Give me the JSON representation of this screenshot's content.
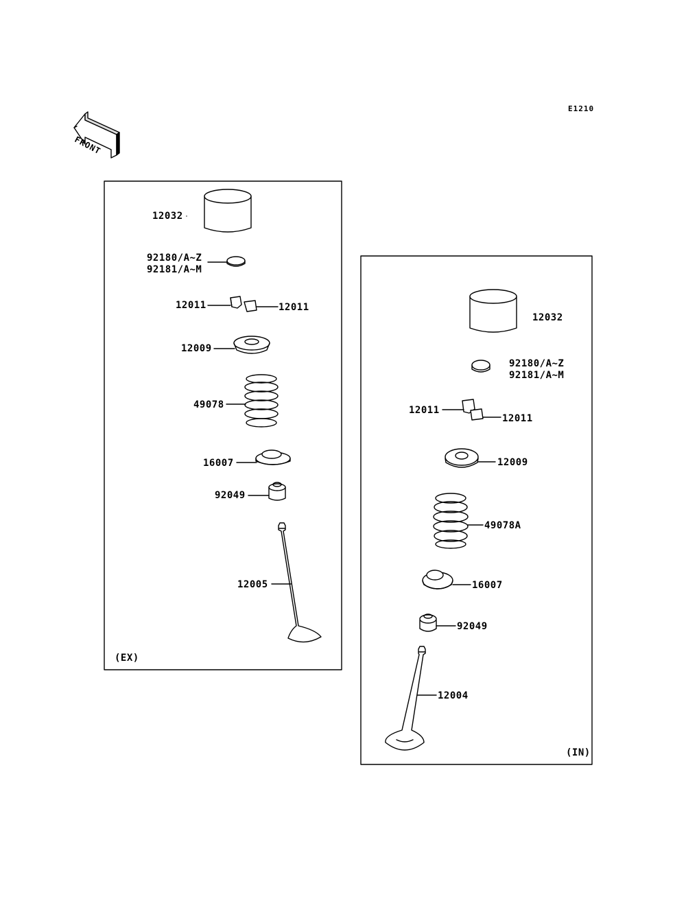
{
  "diagram_code": "E1210",
  "front_label": "FRONT",
  "exhaust": {
    "tag": "(EX)",
    "parts": {
      "lifter": "12032",
      "shim_a": "92180/A~Z",
      "shim_b": "92181/A~M",
      "keeper_left": "12011",
      "keeper_right": "12011",
      "retainer": "12009",
      "spring": "49078",
      "spring_seat": "16007",
      "stem_seal": "92049",
      "valve": "12005"
    }
  },
  "intake": {
    "tag": "(IN)",
    "parts": {
      "lifter": "12032",
      "shim_a": "92180/A~Z",
      "shim_b": "92181/A~M",
      "keeper_left": "12011",
      "keeper_right": "12011",
      "retainer": "12009",
      "spring": "49078A",
      "spring_seat": "16007",
      "stem_seal": "92049",
      "valve": "12004"
    }
  }
}
